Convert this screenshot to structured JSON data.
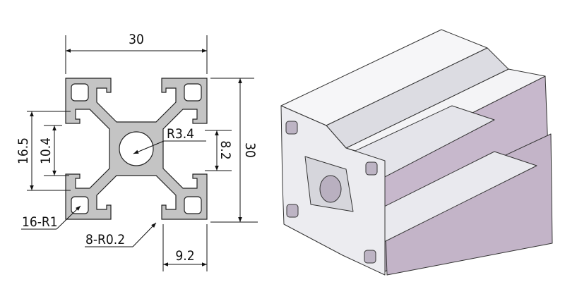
{
  "drawing": {
    "dimensions": {
      "width_top": "30",
      "height_right": "30",
      "outer_slot_span": "16.5",
      "inner_slot_span": "10.4",
      "center_bore": "R3.4",
      "slot_opening": "8.2",
      "corner_radius": "16-R1",
      "edge_radius": "8-R0.2",
      "corner_width": "9.2"
    }
  },
  "colors": {
    "profile_fill": "#c4c4c4",
    "line": "#111111",
    "face_light": "#f2f2f4",
    "face_lavender": "#c7b8cc",
    "face_shadow": "#d8d8dc"
  }
}
